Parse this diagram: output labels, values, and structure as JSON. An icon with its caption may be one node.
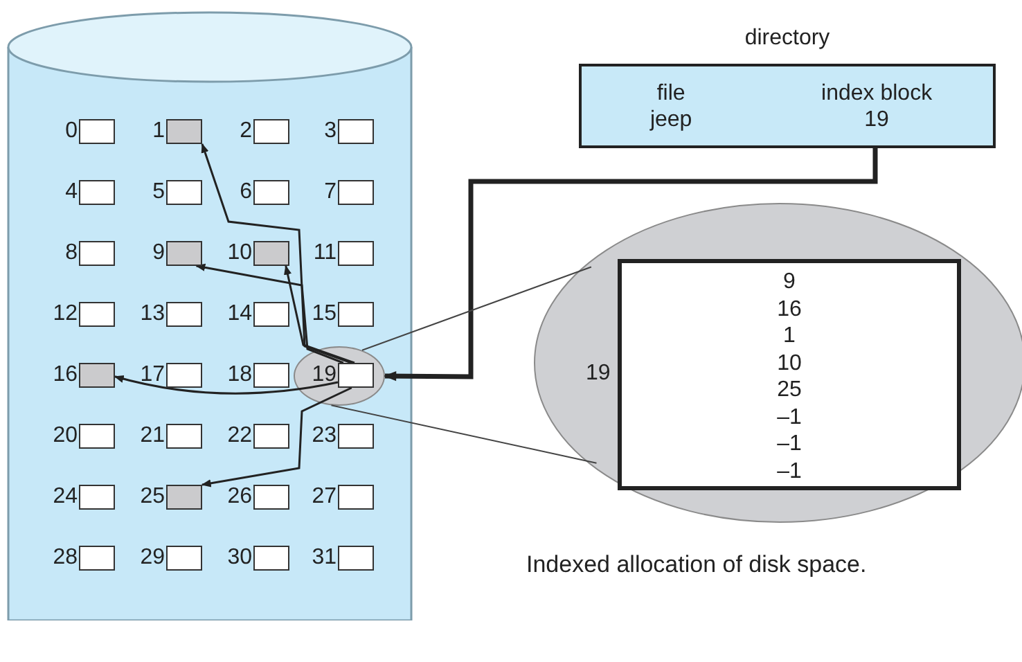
{
  "diagram": {
    "caption": "Indexed allocation of disk space.",
    "nodes": [
      {
        "text": [],
        "shape": "cylinder"
      },
      {
        "text": [],
        "shape": "circle",
        "in": 0
      },
      {
        "text": [],
        "shape": "box",
        "beside": [
          "0"
        ],
        "in": 0
      },
      {
        "text": [],
        "shape": "box",
        "beside": [
          "1"
        ],
        "in": 0
      },
      {
        "text": [],
        "shape": "box",
        "beside": [
          "2"
        ],
        "in": 0
      },
      {
        "text": [],
        "shape": "box",
        "beside": [
          "3"
        ],
        "in": 0
      },
      {
        "text": [],
        "shape": "box",
        "beside": [
          "4"
        ],
        "in": 0
      },
      {
        "text": [],
        "shape": "box",
        "beside": [
          "5"
        ],
        "in": 0
      },
      {
        "text": [],
        "shape": "box",
        "beside": [
          "6"
        ],
        "in": 0
      },
      {
        "text": [],
        "shape": "box",
        "beside": [
          "7"
        ],
        "in": 0
      },
      {
        "text": [],
        "shape": "box",
        "beside": [
          "8"
        ],
        "in": 0
      },
      {
        "text": [],
        "shape": "box",
        "beside": [
          "9"
        ],
        "in": 0
      },
      {
        "text": [],
        "shape": "box",
        "beside": [
          "10"
        ],
        "in": 0
      },
      {
        "text": [],
        "shape": "box",
        "beside": [
          "11"
        ],
        "in": 0
      },
      {
        "text": [],
        "shape": "box",
        "beside": [
          "12"
        ],
        "in": 0
      },
      {
        "text": [],
        "shape": "box",
        "beside": [
          "13"
        ],
        "in": 0
      },
      {
        "text": [],
        "shape": "box",
        "beside": [
          "14"
        ],
        "in": 0
      },
      {
        "text": [],
        "shape": "box",
        "beside": [
          "15"
        ],
        "in": 0
      },
      {
        "text": [],
        "shape": "box",
        "beside": [
          "16"
        ],
        "in": 0
      },
      {
        "text": [],
        "shape": "box",
        "beside": [
          "17"
        ],
        "in": 0
      },
      {
        "text": [],
        "shape": "box",
        "beside": [
          "18"
        ],
        "in": 0
      },
      {
        "text": [],
        "shape": "box",
        "beside": [
          "19"
        ],
        "in": 1
      },
      {
        "text": [],
        "shape": "box",
        "beside": [
          "20"
        ],
        "in": 0
      },
      {
        "text": [],
        "shape": "box",
        "beside": [
          "21"
        ],
        "in": 0
      },
      {
        "text": [],
        "shape": "box",
        "beside": [
          "22"
        ],
        "in": 0
      },
      {
        "text": [],
        "shape": "box",
        "beside": [
          "23"
        ],
        "in": 0
      },
      {
        "text": [],
        "shape": "box",
        "beside": [
          "24"
        ],
        "in": 0
      },
      {
        "text": [],
        "shape": "box",
        "beside": [
          "25"
        ],
        "in": 0
      },
      {
        "text": [],
        "shape": "box",
        "beside": [
          "26"
        ],
        "in": 0
      },
      {
        "text": [],
        "shape": "box",
        "beside": [
          "27"
        ],
        "in": 0
      },
      {
        "text": [],
        "shape": "box",
        "beside": [
          "28"
        ],
        "in": 0
      },
      {
        "text": [],
        "shape": "box",
        "beside": [
          "29"
        ],
        "in": 0
      },
      {
        "text": [],
        "shape": "box",
        "beside": [
          "30"
        ],
        "in": 0
      },
      {
        "text": [],
        "shape": "box",
        "beside": [
          "31"
        ],
        "in": 0
      },
      {
        "text": [
          "directory",
          "file",
          "index block",
          "jeep",
          "19"
        ]
      },
      {
        "text": [
          "19"
        ]
      },
      {
        "text": [
          "9",
          "16",
          "1",
          "10",
          "25",
          "–1",
          "–1",
          "–1"
        ],
        "in": 35
      }
    ],
    "edges": [
      {
        "from": 34,
        "to": 1,
        "arrow": "to",
        "style": "thick"
      },
      {
        "from": 21,
        "to": 11,
        "arrow": "to"
      },
      {
        "from": 21,
        "to": 18,
        "arrow": "to"
      },
      {
        "from": 21,
        "to": 3,
        "arrow": "to"
      },
      {
        "from": 21,
        "to": 12,
        "arrow": "to"
      },
      {
        "from": 21,
        "to": 27,
        "arrow": "to"
      },
      {
        "from": 1,
        "to": 35,
        "arrow": "none"
      },
      {
        "from": 1,
        "to": 35,
        "arrow": "none"
      }
    ]
  }
}
